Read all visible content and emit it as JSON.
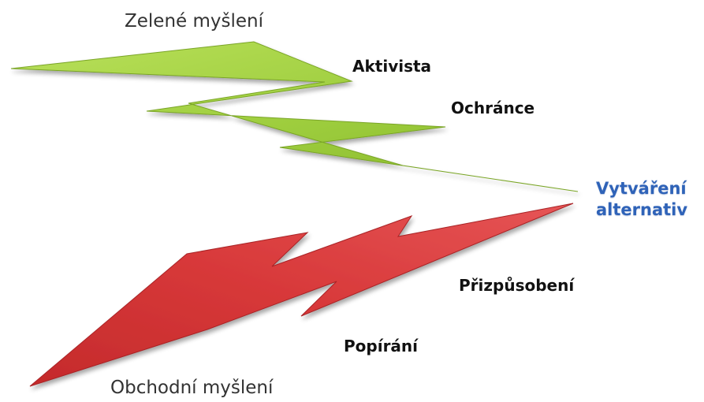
{
  "green": {
    "title": "Zelené myšlení",
    "stage1": "Aktivista",
    "stage2": "Ochránce",
    "color": "#9ccc3c",
    "edge": "#6f9a1e"
  },
  "red": {
    "title": "Obchodní myšlení",
    "stage1": "Přizpůsobení",
    "stage2": "Popírání",
    "color": "#d8393a",
    "edge": "#9a1f20"
  },
  "result": {
    "line1": "Vytváření",
    "line2": "alternativ",
    "color": "#2f63b8"
  }
}
